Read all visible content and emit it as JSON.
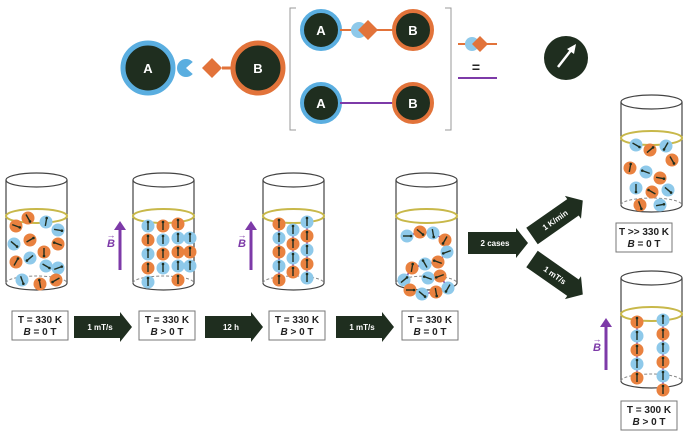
{
  "legend": {
    "particle_a_label": "A",
    "particle_b_label": "B",
    "equals_label": "=",
    "colors": {
      "particle_fill": "#1f2e1f",
      "a_ring": "#5aaee0",
      "b_ring": "#e2733a",
      "bond": "#7d3aa8",
      "blue_small": "#8ec9ea",
      "orange_small": "#e9813f",
      "rim": "#c8b84a"
    }
  },
  "beakers": [
    {
      "t": "T = 330 K",
      "b_var": "B",
      "b_rest": " = 0 T"
    },
    {
      "t": "T = 330 K",
      "b_var": "B",
      "b_rest": " > 0 T"
    },
    {
      "t": "T = 330 K",
      "b_var": "B",
      "b_rest": " > 0 T"
    },
    {
      "t": "T = 330 K",
      "b_var": "B",
      "b_rest": " = 0 T"
    },
    {
      "t": "T >> 330 K",
      "b_var": "B",
      "b_rest": " = 0 T"
    },
    {
      "t": "T = 300 K",
      "b_var": "B",
      "b_rest": " > 0 T"
    }
  ],
  "arrows": [
    "1 mT/s",
    "12 h",
    "1 mT/s",
    "2 cases",
    "1 K/min",
    "1 mT/s"
  ],
  "field_label": "B",
  "field_marker": "→"
}
